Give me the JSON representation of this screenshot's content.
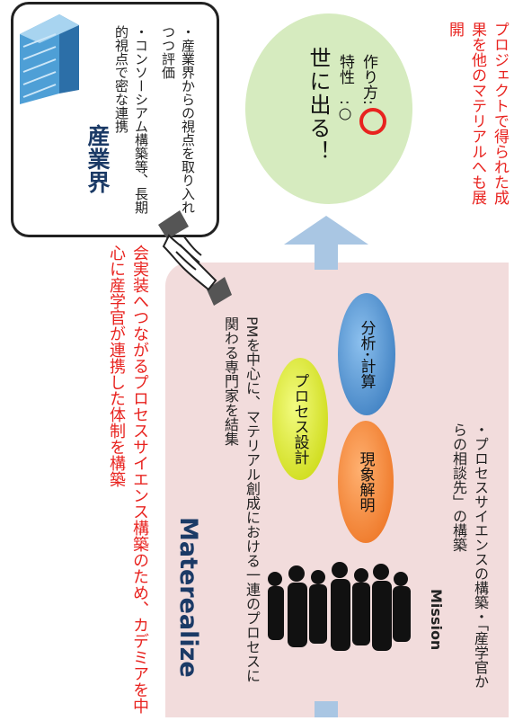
{
  "industry": {
    "title": "産業界",
    "bullet1": "・コンソーシアム構築等、長期的視点で密な連携",
    "bullet2": "・産業界からの視点を取り入れつつ評価"
  },
  "left_caption": "会実装へつながるプロセスサイエンス構築のため、カデミアを中心に産学官が連携した体制を構築",
  "main": {
    "title": "Materealize",
    "description": "PMを中心に、マテリアル創成における一連のプロセスに関わる専門家を結集",
    "bubbles": {
      "process": "プロセス設計",
      "phenomenon": "現象解明",
      "analysis": "分析･計算"
    },
    "mission_title": "Mission",
    "mission_items": "・プロセスサイエンスの構築・「産学官からの相談先」の構築"
  },
  "output": {
    "title": "世に出る！",
    "row1": "特性　:○",
    "row2": "作り方:"
  },
  "right_caption": "プロジェクトで得られた成果を他のマテリアルへも展開",
  "colors": {
    "caption_red": "#e8231f",
    "title_navy": "#1b3a66",
    "main_bg": "#f2dcdc",
    "arrow": "#a9c6e3",
    "output_circle": "#d6ebbf"
  },
  "icons": [
    "building-icon",
    "handshake-icon",
    "people-silhouettes-icon"
  ]
}
